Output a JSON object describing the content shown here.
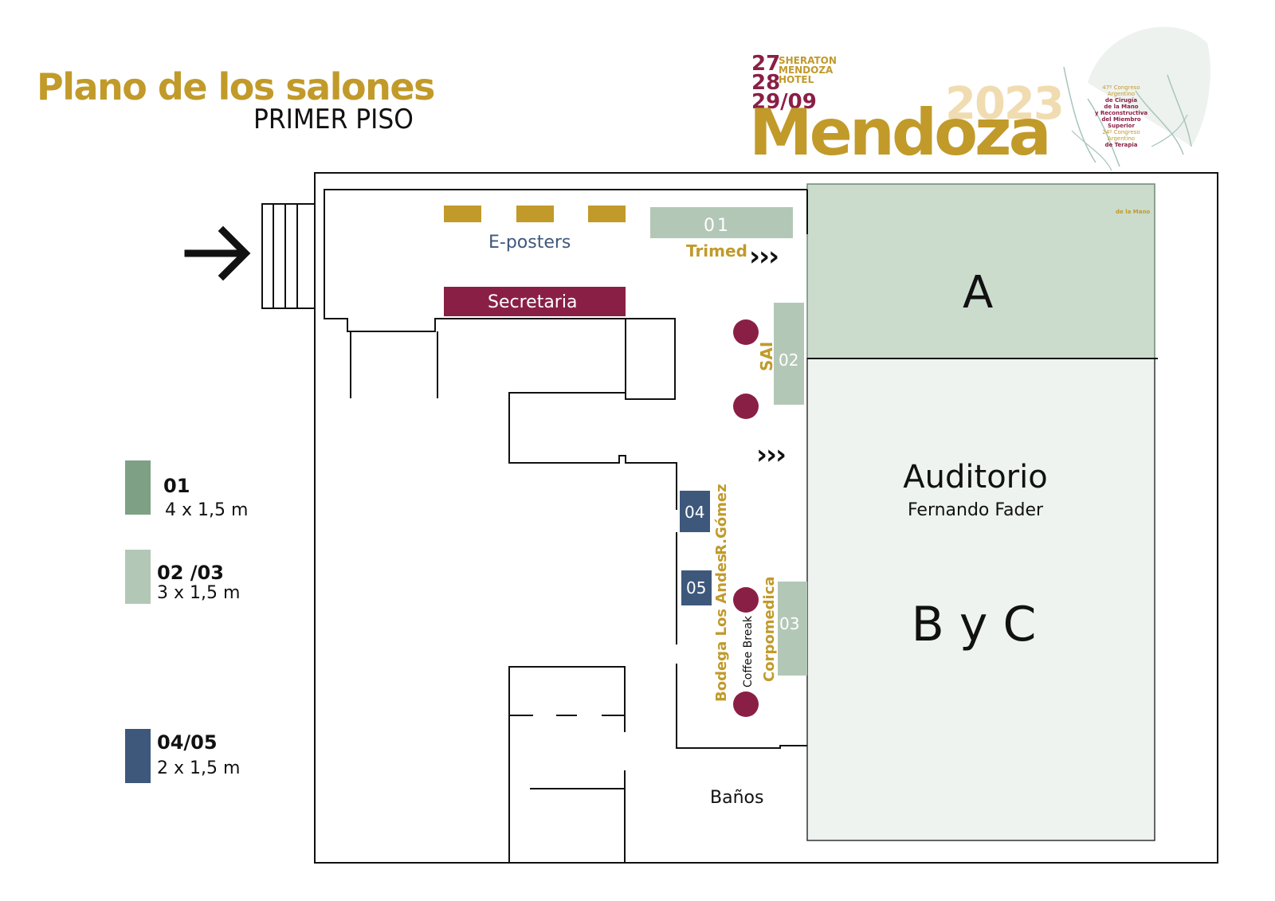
{
  "header": {
    "title": "Plano de los salones",
    "subtitle": "PRIMER PISO"
  },
  "logo": {
    "dates": [
      "27",
      "28",
      "29/09"
    ],
    "venue": [
      "SHERATON",
      "MENDOZA",
      "HOTEL"
    ],
    "year": "2023",
    "city": "Mendoza",
    "congress_lines": [
      "47º Congreso",
      "Argentino",
      "de Cirugía",
      "de la Mano",
      "y Reconstructiva",
      "del Miembro",
      "Superior",
      "24º Congreso",
      "Argentino",
      "de Terapia",
      "de la Mano"
    ]
  },
  "legend": [
    {
      "code": "01",
      "size": "4 x 1,5 m",
      "color": "#7ea085"
    },
    {
      "code": "02 /03",
      "size": "3 x 1,5 m",
      "color": "#b3c7b6"
    },
    {
      "code": "04/05",
      "size": "2 x 1,5 m",
      "color": "#3e587c"
    }
  ],
  "map": {
    "eposters_label": "E-posters",
    "stand_01": "01",
    "stand_01_sponsor": "Trimed",
    "secretaria": "Secretaria",
    "stand_02": "02",
    "stand_02_sponsor": "SAI",
    "stand_03": "03",
    "stand_03_sponsor": "Corpomedica",
    "stand_04": "04",
    "stand_04_sponsor": "R.Gómez",
    "stand_05": "05",
    "stand_05_sponsor": "Bodega Los Andes",
    "coffee_break": "Coffee Break",
    "banos": "Baños",
    "room_a": "A",
    "auditorio": "Auditorio",
    "auditorio_name": "Fernando Fader",
    "room_bc": "B y C",
    "arrows": "›››"
  },
  "colors": {
    "gold": "#c19a2a",
    "maroon": "#8a1f45",
    "navy": "#3e587c",
    "room_a_fill": "#cbdccd",
    "auditorio_fill": "#eef3ef",
    "stand_green": "#b3c7b6",
    "stand_01_green": "#b3c7b6"
  }
}
